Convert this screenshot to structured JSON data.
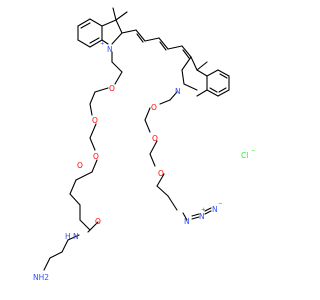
{
  "molecule": {
    "atoms": {
      "n1": "N",
      "n1_charge": "+",
      "n2": "N",
      "ether_o": "O",
      "carbonyl_o": "O",
      "amide_n": "N",
      "amide_h": "H",
      "amine": "NH2",
      "azide_n1": "N",
      "azide_n2": "N",
      "azide_n2_charge": "+",
      "azide_n3": "N",
      "azide_n3_charge": "−"
    },
    "counter_ion": {
      "element": "Cl",
      "charge": "−"
    }
  },
  "colors": {
    "oxygen": "#ff0000",
    "nitrogen": "#3050f8",
    "chlorine": "#1ff01f",
    "bond": "#000000"
  }
}
